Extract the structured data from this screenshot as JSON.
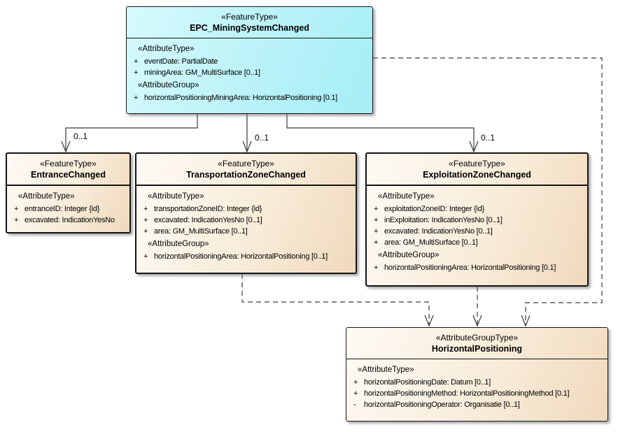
{
  "diagram": {
    "colors": {
      "epc_fill": "#aeeff6",
      "feature_fill": "#f5e3cc",
      "border": "#141414",
      "line": "#3a3a3a",
      "background": "#ffffff"
    },
    "classes": {
      "epc": {
        "stereotype": "«FeatureType»",
        "name": "EPC_MiningSystemChanged",
        "sections": [
          {
            "heading": "«AttributeType»",
            "rows": [
              {
                "vis": "+",
                "text": "eventDate: PartialDate"
              },
              {
                "vis": "+",
                "text": "miningArea: GM_MultiSurface [0..1]"
              }
            ]
          },
          {
            "heading": "«AttributeGroup»",
            "rows": [
              {
                "vis": "+",
                "text": "horizontalPositioningMiningArea: HorizontalPositioning [0.1]"
              }
            ]
          }
        ]
      },
      "entrance": {
        "stereotype": "«FeatureType»",
        "name": "EntranceChanged",
        "sections": [
          {
            "heading": "«AttributeType»",
            "rows": [
              {
                "vis": "+",
                "text": "entranceID: Integer {id}"
              },
              {
                "vis": "+",
                "text": "excavated: IndicationYesNo"
              }
            ]
          }
        ]
      },
      "transportation": {
        "stereotype": "«FeatureType»",
        "name": "TransportationZoneChanged",
        "sections": [
          {
            "heading": "«AttributeType»",
            "rows": [
              {
                "vis": "+",
                "text": "transportationZoneID: Integer {id}"
              },
              {
                "vis": "+",
                "text": "excavated: IndicationYesNo [0..1]"
              },
              {
                "vis": "+",
                "text": "area: GM_MultiSurface [0..1]"
              }
            ]
          },
          {
            "heading": "«AttributeGroup»",
            "rows": [
              {
                "vis": "+",
                "text": "horizontalPositioningArea: HorizontalPositioning [0..1]"
              }
            ]
          }
        ]
      },
      "exploitation": {
        "stereotype": "«FeatureType»",
        "name": "ExploitationZoneChanged",
        "sections": [
          {
            "heading": "«AttributeType»",
            "rows": [
              {
                "vis": "+",
                "text": "exploitationZoneID: Integer {id}"
              },
              {
                "vis": "+",
                "text": "inExploitation: IndicationYesNo [0..1]"
              },
              {
                "vis": "+",
                "text": "excavated: IndicationYesNo [0..1]"
              },
              {
                "vis": "+",
                "text": "area: GM_MultiSurface [0..1]"
              }
            ]
          },
          {
            "heading": "«AttributeGroup»",
            "rows": [
              {
                "vis": "+",
                "text": "horizontalPositioningArea: HorizontalPositioning [0.1]"
              }
            ]
          }
        ]
      },
      "horizontal": {
        "stereotype": "«AttributeGroupType»",
        "name": "HorizontalPositioning",
        "sections": [
          {
            "heading": "«AttributeType»",
            "rows": [
              {
                "vis": "+",
                "text": "horizontalPositioningDate: Datum [0..1]"
              },
              {
                "vis": "+",
                "text": "horizontalPositioningMethod: HorizontalPositioningMethod [0.1]"
              },
              {
                "vis": "-",
                "text": "horizontalPositioningOperator: Organisatie [0..1]"
              }
            ]
          }
        ]
      }
    },
    "connectors": [
      {
        "id": "epc-entrance",
        "style": "solid",
        "label": "0..1"
      },
      {
        "id": "epc-transportation",
        "style": "solid",
        "label": "0..1"
      },
      {
        "id": "epc-exploitation",
        "style": "solid",
        "label": "0..1"
      },
      {
        "id": "transportation-horizontalpositioning",
        "style": "dashed",
        "label": ""
      },
      {
        "id": "exploitation-horizontalpositioning",
        "style": "dashed",
        "label": ""
      },
      {
        "id": "epc-horizontalpositioning",
        "style": "dashed",
        "label": ""
      }
    ]
  }
}
